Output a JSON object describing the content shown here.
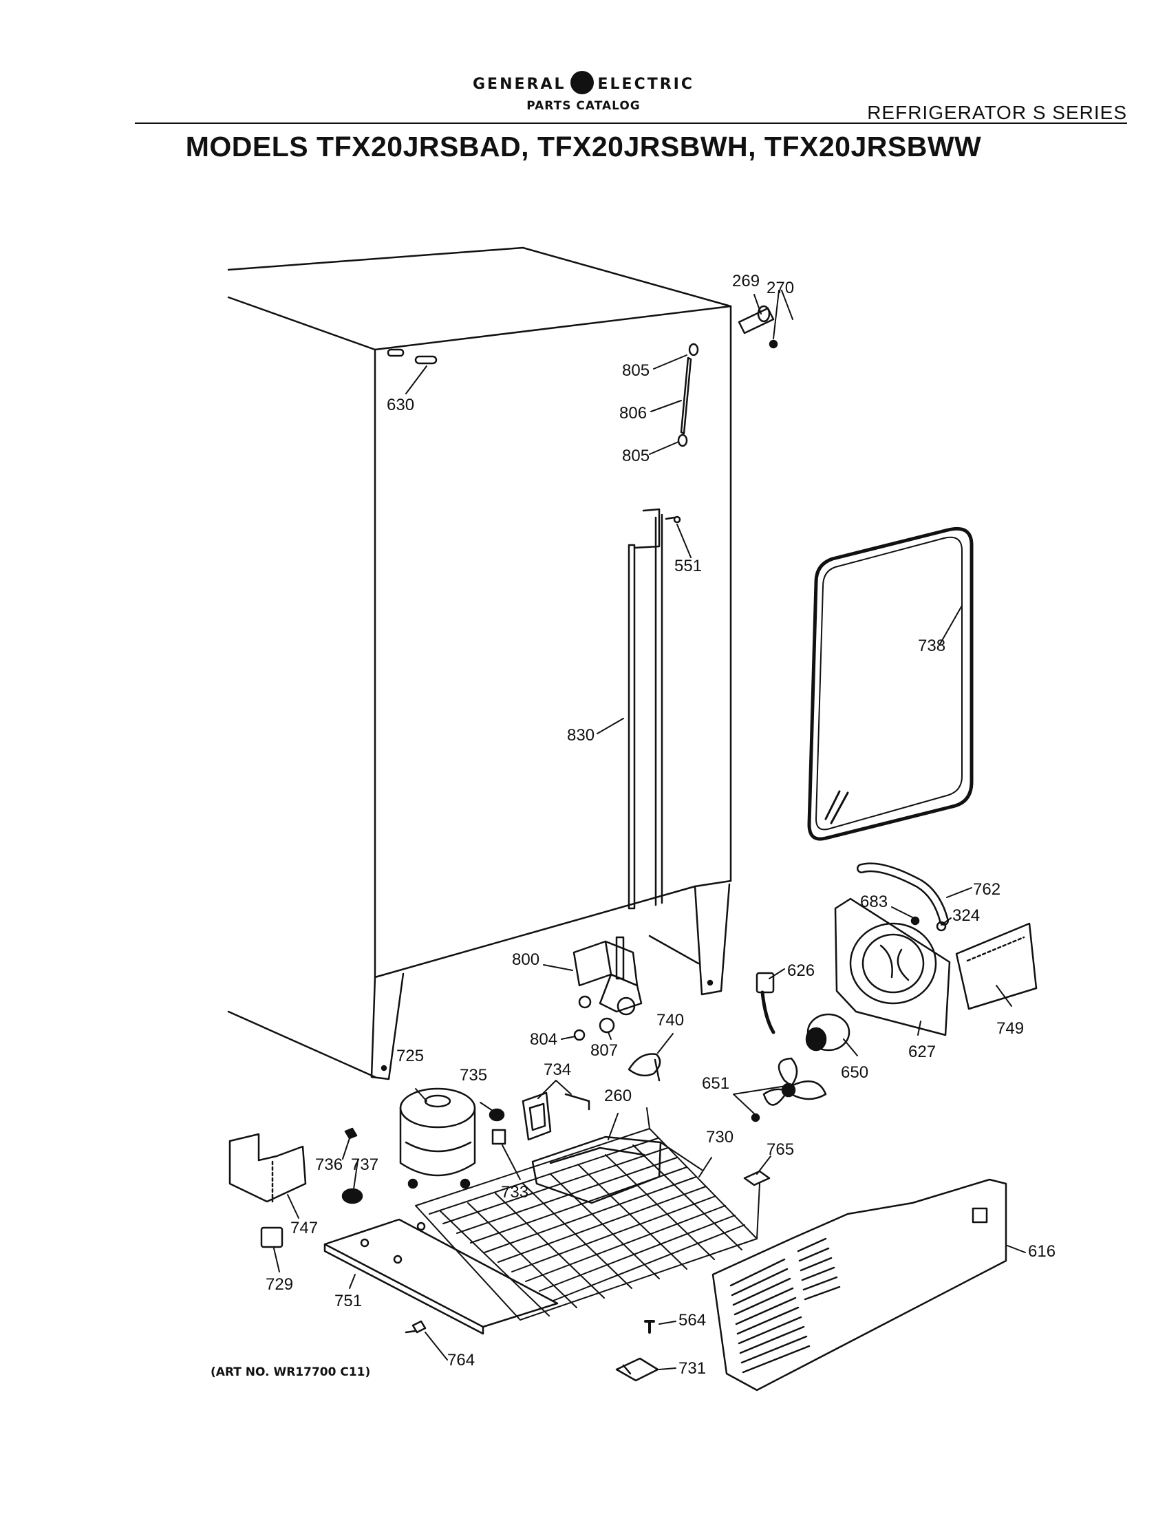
{
  "header": {
    "brand_left": "GENERAL",
    "brand_right": "ELECTRIC",
    "catalog": "PARTS CATALOG",
    "series": "REFRIGERATOR S SERIES",
    "models": "MODELS TFX20JRSBAD, TFX20JRSBWH, TFX20JRSBWW"
  },
  "footer": {
    "art_no": "(ART NO. WR17700 C11)"
  },
  "callouts": [
    "269",
    "270",
    "805",
    "806",
    "805",
    "630",
    "551",
    "738",
    "830",
    "762",
    "683",
    "324",
    "800",
    "626",
    "749",
    "804",
    "740",
    "807",
    "627",
    "650",
    "725",
    "735",
    "734",
    "260",
    "651",
    "736",
    "737",
    "733",
    "730",
    "765",
    "747",
    "616",
    "729",
    "751",
    "564",
    "764",
    "731"
  ]
}
